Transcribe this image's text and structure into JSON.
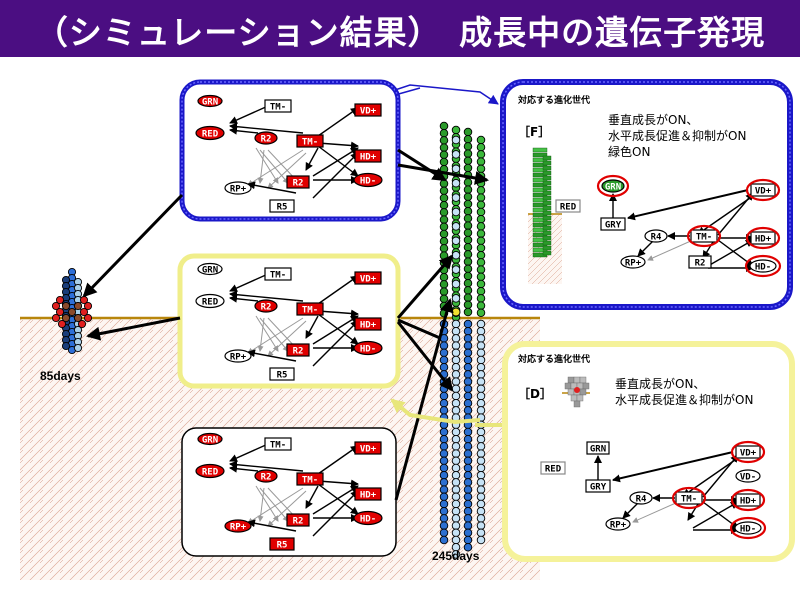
{
  "title": "（シミュレーション結果）　成長中の遺伝子発現",
  "colors": {
    "title_bg": "#4b0e82",
    "blue_frame": "#1a17c8",
    "yellow_frame": "#f0ee8a",
    "gene_on": "#e00000",
    "soil_line": "#b8860b"
  },
  "day_labels": {
    "early": "85days",
    "late": "245days"
  },
  "network_nodes": {
    "grn": "GRN",
    "red": "RED",
    "tm": "TM-",
    "vd_plus": "VD+",
    "r2": "R2",
    "hd_plus": "HD+",
    "rp_plus": "RP+",
    "r5": "R5",
    "hd_minus": "HD-"
  },
  "panel_f": {
    "title": "対応する進化世代",
    "tag": "［F］",
    "desc": [
      "垂直成長がON、",
      "水平成長促進＆抑制がON",
      "緑色ON"
    ],
    "nodes": {
      "grn": "GRN",
      "red": "RED",
      "gry": "GRY",
      "vd_plus": "VD+",
      "r4": "R4",
      "tm": "TM-",
      "hd_plus": "HD+",
      "rp_plus": "RP+",
      "r2": "R2",
      "hd_minus": "HD-"
    }
  },
  "panel_d": {
    "title": "対応する進化世代",
    "tag": "［D］",
    "desc": [
      "垂直成長がON、",
      "水平成長促進＆抑制がON"
    ],
    "nodes": {
      "grn": "GRN",
      "red": "RED",
      "gry": "GRY",
      "vd_plus": "VD+",
      "vd_minus": "VD-",
      "r4": "R4",
      "tm": "TM-",
      "hd_plus": "HD+",
      "rp_plus": "RP+",
      "hd_minus": "HD-"
    }
  }
}
